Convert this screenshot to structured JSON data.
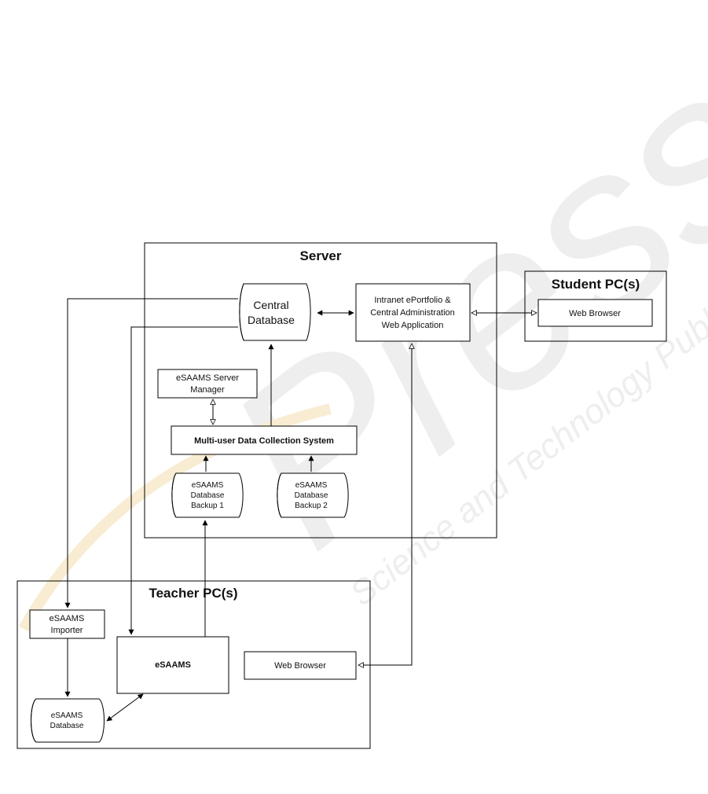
{
  "watermark": {
    "brand": "Press",
    "tagline": "Science and Technology Publications"
  },
  "server": {
    "title": "Server",
    "central_db": [
      "Central",
      "Database"
    ],
    "web_app": [
      "Intranet ePortfolio &",
      "Central Administration",
      "Web Application"
    ],
    "server_manager": [
      "eSAAMS Server",
      "Manager"
    ],
    "multi_user": "Multi-user Data Collection System",
    "backup1": [
      "eSAAMS",
      "Database",
      "Backup 1"
    ],
    "backup2": [
      "eSAAMS",
      "Database",
      "Backup 2"
    ]
  },
  "student": {
    "title": "Student PC(s)",
    "browser": "Web Browser"
  },
  "teacher": {
    "title": "Teacher PC(s)",
    "importer": [
      "eSAAMS",
      "Importer"
    ],
    "esaams": "eSAAMS",
    "browser": "Web Browser",
    "database": [
      "eSAAMS",
      "Database"
    ]
  },
  "colors": {
    "line": "#000000",
    "watermark": "#d8d8d8",
    "watermark_accent": "#f3dcae"
  }
}
